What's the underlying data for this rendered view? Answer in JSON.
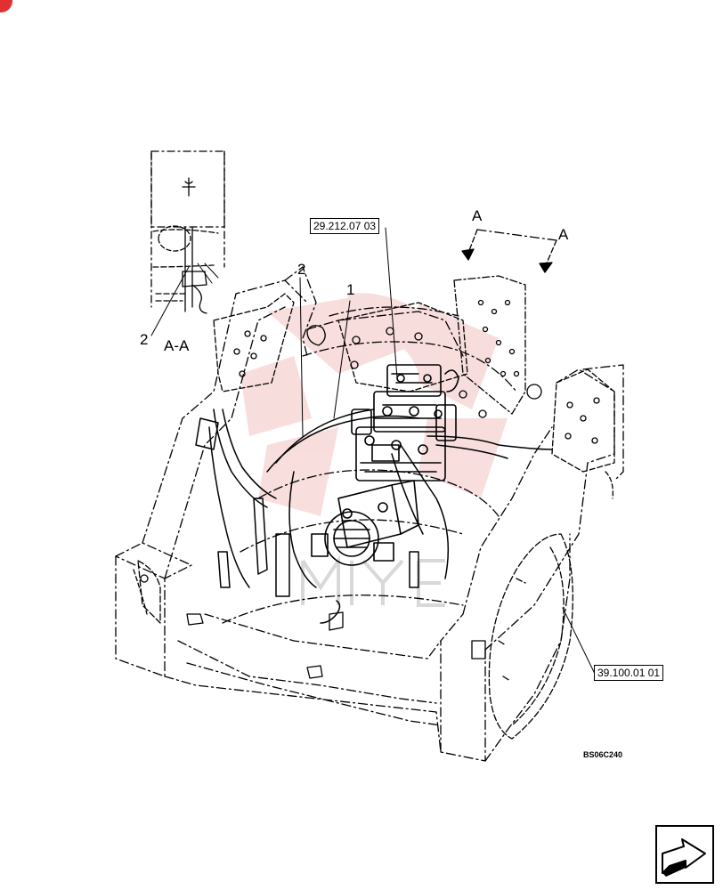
{
  "labels": {
    "callout_1": "1",
    "callout_2": "2",
    "callout_2_detail": "2",
    "view_arrow_left": "A",
    "view_arrow_right": "A",
    "section_label": "A-A",
    "ref_top": "29.212.07 03",
    "ref_right": "39.100.01 01",
    "figure_code": "BS06C240"
  },
  "colors": {
    "line": "#000000",
    "watermark": "#f2b6b6",
    "corner_badge": "#e0302f"
  },
  "icons": {
    "nav": "next-page-arrow-icon"
  }
}
